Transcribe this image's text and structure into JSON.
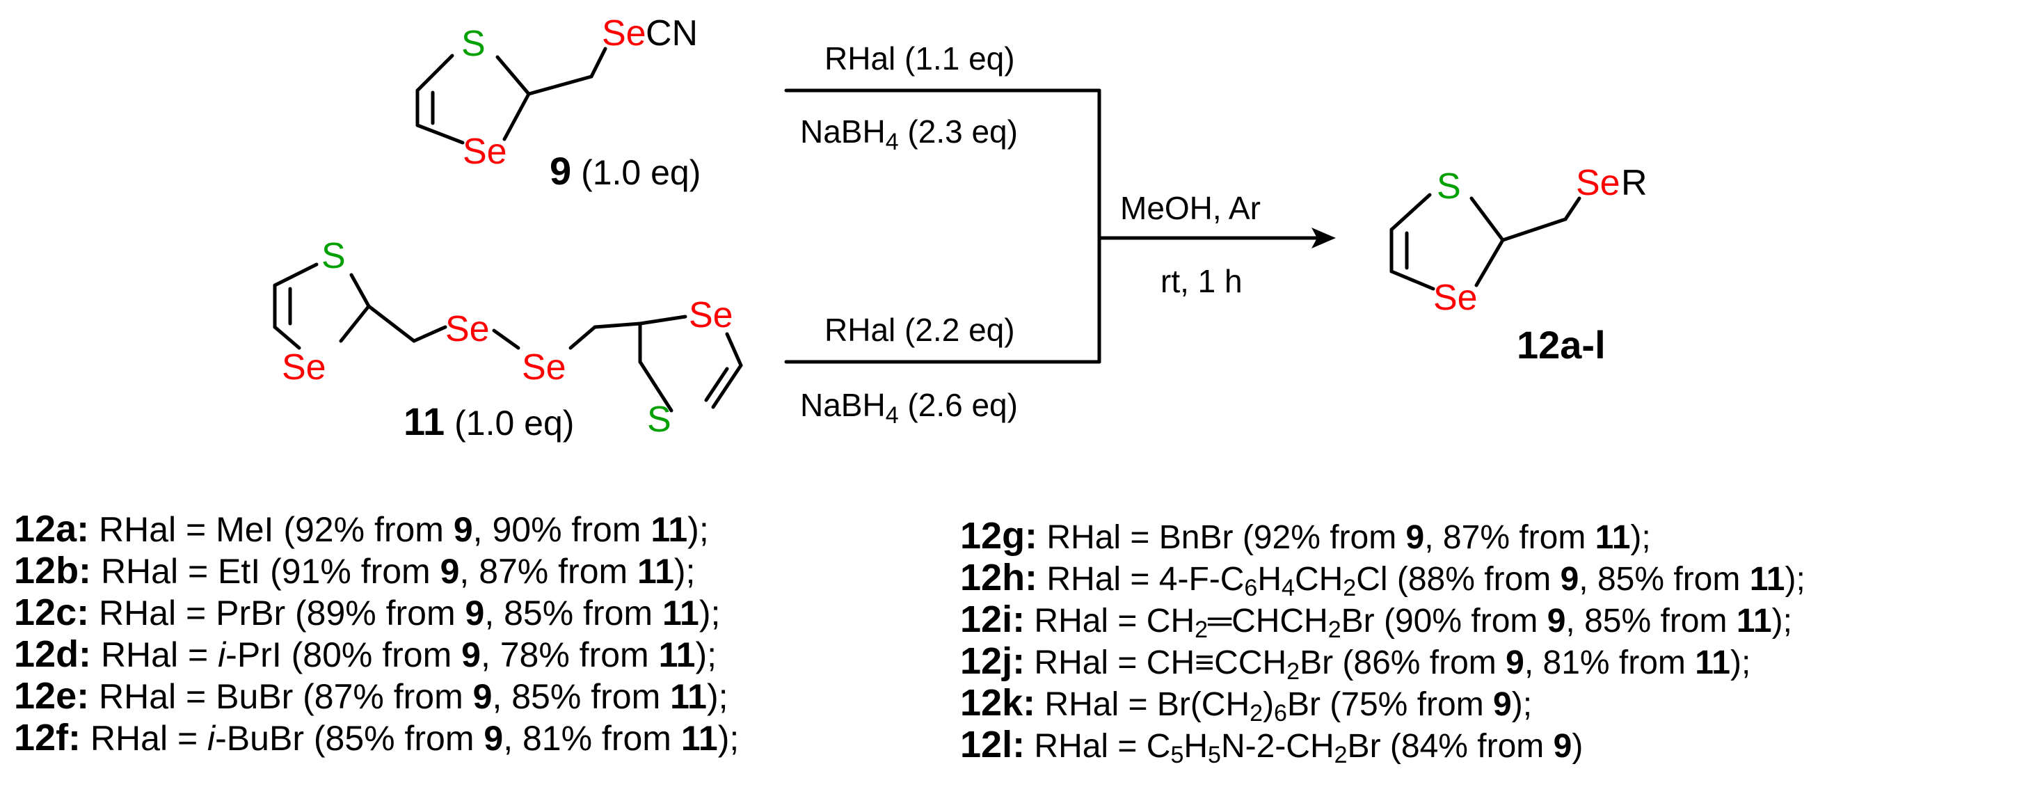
{
  "atoms": {
    "S": "S",
    "Se": "Se",
    "SeCN_Se": "Se",
    "SeCN_CN": "CN",
    "SeR_Se": "Se",
    "SeR_R": "R"
  },
  "atom_colors": {
    "S": "#00a000",
    "Se": "#ff0000",
    "text": "#000000"
  },
  "compounds": {
    "c9": {
      "number": "9",
      "amount": "(1.0 eq)"
    },
    "c11": {
      "number": "11",
      "amount": "(1.0 eq)"
    },
    "c12": {
      "label": "12a-l"
    }
  },
  "conditions": {
    "top_above": "RHal (1.1 eq)",
    "top_below_a": "NaBH",
    "top_below_sub": "4",
    "top_below_b": " (2.3 eq)",
    "bottom_above": "RHal (2.2 eq)",
    "bottom_below_a": "NaBH",
    "bottom_below_sub": "4",
    "bottom_below_b": " (2.6 eq)",
    "arrow_above": "MeOH, Ar",
    "arrow_below": "rt, 1 h"
  },
  "entries_left": [
    {
      "code": "12a:",
      "pre": " RHal = MeI (92% from ",
      "n1": "9",
      "mid": ", 90% from ",
      "n2": "11",
      "post": ");"
    },
    {
      "code": "12b:",
      "pre": " RHal = EtI (91% from ",
      "n1": "9",
      "mid": ", 87% from ",
      "n2": "11",
      "post": ");"
    },
    {
      "code": "12c:",
      "pre": " RHal = PrBr (89% from ",
      "n1": "9",
      "mid": ", 85% from ",
      "n2": "11",
      "post": ");"
    },
    {
      "code": "12d:",
      "pre": " RHal = ",
      "italic": "i",
      "pre2": "-PrI (80% from ",
      "n1": "9",
      "mid": ", 78% from ",
      "n2": "11",
      "post": ");"
    },
    {
      "code": "12e:",
      "pre": " RHal = BuBr (87% from ",
      "n1": "9",
      "mid": ", 85% from ",
      "n2": "11",
      "post": ");"
    },
    {
      "code": "12f:",
      "pre": " RHal = ",
      "italic": "i",
      "pre2": "-BuBr (85% from ",
      "n1": "9",
      "mid": ", 81% from ",
      "n2": "11",
      "post": ");"
    }
  ],
  "entries_right": {
    "g": {
      "code": "12g:",
      "pre": " RHal = BnBr (92% from ",
      "n1": "9",
      "mid": ", 87% from ",
      "n2": "11",
      "post": ");"
    },
    "h": {
      "code": "12h:",
      "t1": " RHal = 4-F-C",
      "s1": "6",
      "t2": "H",
      "s2": "4",
      "t3": "CH",
      "s3": "2",
      "t4": "Cl (88% from ",
      "n1": "9",
      "mid": ", 85% from ",
      "n2": "11",
      "post": ");"
    },
    "i": {
      "code": "12i:",
      "t1": " RHal = CH",
      "s1": "2",
      "bond": "═",
      "t2": "CHCH",
      "s2": "2",
      "t3": "Br (90% from ",
      "n1": "9",
      "mid": ", 85% from ",
      "n2": "11",
      "post": ");"
    },
    "j": {
      "code": "12j:",
      "t1": " RHal = CH",
      "bond": "≡",
      "t2": "CCH",
      "s2": "2",
      "t3": "Br (86% from ",
      "n1": "9",
      "mid": ", 81% from ",
      "n2": "11",
      "post": ");"
    },
    "k": {
      "code": "12k:",
      "t1": " RHal = Br(CH",
      "s1": "2",
      "t2": ")",
      "s2": "6",
      "t3": "Br (75% from ",
      "n1": "9",
      "post": ");"
    },
    "l": {
      "code": "12l:",
      "t1": " RHal = C",
      "s1": "5",
      "t2": "H",
      "s2": "5",
      "t3": "N-2-CH",
      "s3": "2",
      "t4": "Br (84% from ",
      "n1": "9",
      "post": ")"
    }
  }
}
